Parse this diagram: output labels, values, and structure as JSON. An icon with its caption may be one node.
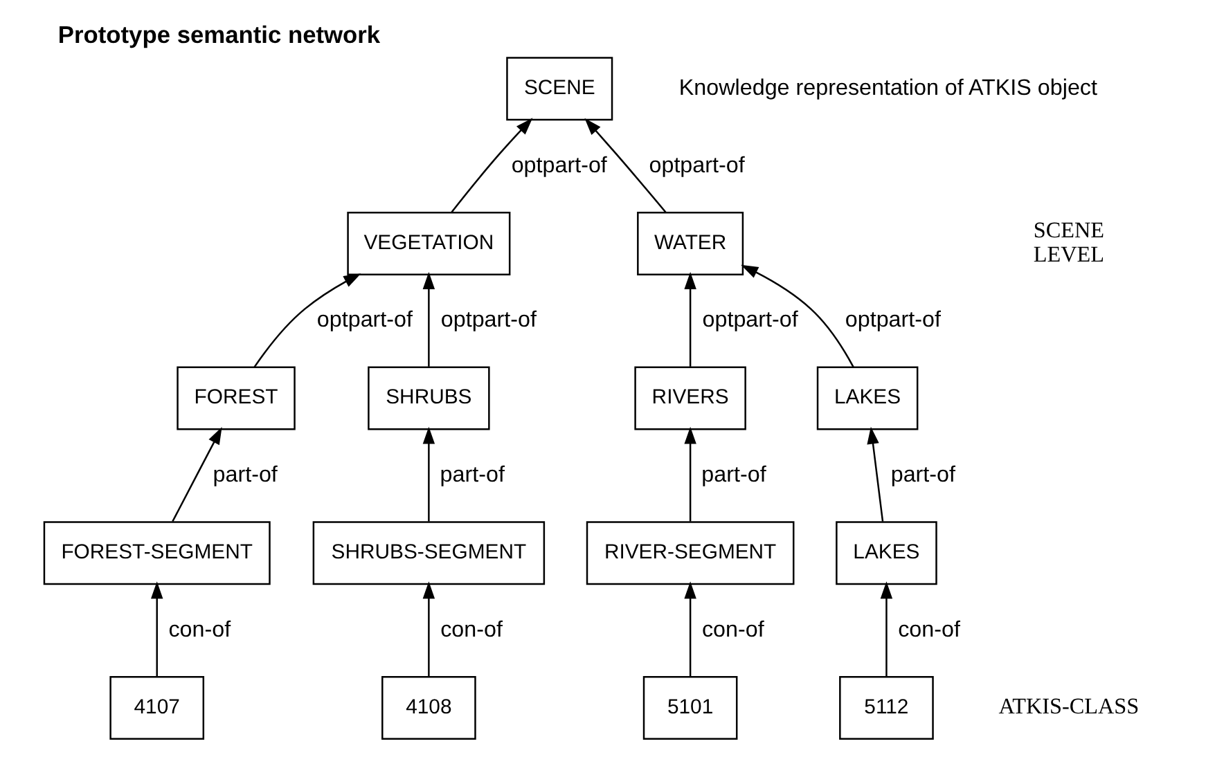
{
  "diagram": {
    "title": "Prototype semantic network",
    "nodes": [
      {
        "text": [
          "SCENE"
        ]
      },
      {
        "text": [
          "VEGETATION"
        ]
      },
      {
        "text": [
          "WATER"
        ]
      },
      {
        "text": [
          "FOREST"
        ]
      },
      {
        "text": [
          "SHRUBS"
        ]
      },
      {
        "text": [
          "RIVERS"
        ]
      },
      {
        "text": [
          "LAKES"
        ]
      },
      {
        "text": [
          "FOREST-SEGMENT"
        ]
      },
      {
        "text": [
          "SHRUBS-SEGMENT"
        ]
      },
      {
        "text": [
          "RIVER-SEGMENT"
        ]
      },
      {
        "text": [
          "LAKES"
        ]
      },
      {
        "text": [
          "4107"
        ]
      },
      {
        "text": [
          "4108"
        ]
      },
      {
        "text": [
          "5101"
        ]
      },
      {
        "text": [
          "5112"
        ]
      }
    ],
    "edges": [
      {
        "from": 1,
        "to": 0,
        "arrow": "to",
        "label": "optpart-of"
      },
      {
        "from": 2,
        "to": 0,
        "arrow": "to",
        "label": "optpart-of"
      },
      {
        "from": 3,
        "to": 1,
        "arrow": "to",
        "label": "optpart-of"
      },
      {
        "from": 4,
        "to": 1,
        "arrow": "to",
        "label": "optpart-of"
      },
      {
        "from": 5,
        "to": 2,
        "arrow": "to",
        "label": "optpart-of"
      },
      {
        "from": 6,
        "to": 2,
        "arrow": "to",
        "label": "optpart-of"
      },
      {
        "from": 7,
        "to": 3,
        "arrow": "to",
        "label": "part-of"
      },
      {
        "from": 8,
        "to": 4,
        "arrow": "to",
        "label": "part-of"
      },
      {
        "from": 9,
        "to": 5,
        "arrow": "to",
        "label": "part-of"
      },
      {
        "from": 10,
        "to": 6,
        "arrow": "to",
        "label": "part-of"
      },
      {
        "from": 11,
        "to": 7,
        "arrow": "to",
        "label": "con-of"
      },
      {
        "from": 12,
        "to": 8,
        "arrow": "to",
        "label": "con-of"
      },
      {
        "from": 13,
        "to": 9,
        "arrow": "to",
        "label": "con-of"
      },
      {
        "from": 14,
        "to": 10,
        "arrow": "to",
        "label": "con-of"
      }
    ],
    "labels": [
      "Knowledge representation of ATKIS object",
      "SCENE LEVEL",
      "ATKIS-CLASS"
    ]
  }
}
